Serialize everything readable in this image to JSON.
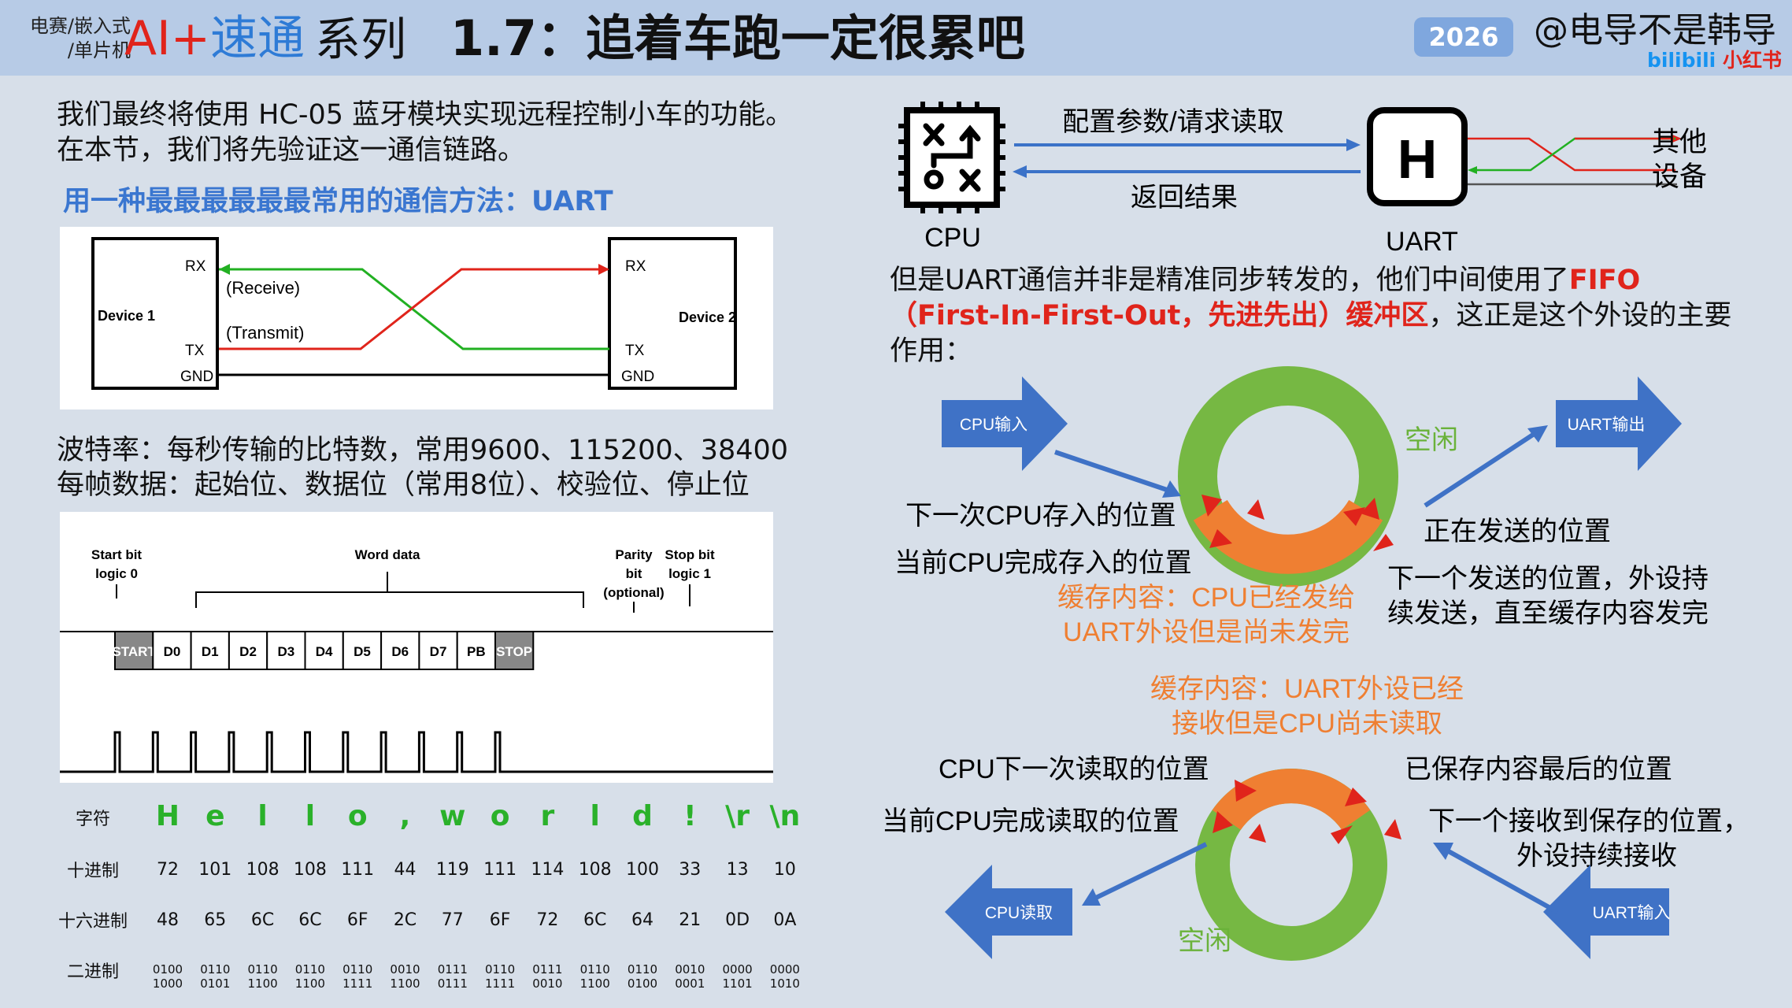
{
  "header": {
    "tag_line1": "电赛/嵌入式",
    "tag_line2": "/单片机",
    "brand_ai": "AI",
    "brand_plus": "+",
    "brand_rest": "速通",
    "series": "系列",
    "title": "1.7：追着车跑一定很累吧",
    "year": "2026",
    "author": "@电导不是韩导",
    "platform_a": "bilibili",
    "platform_b": "小红书"
  },
  "left": {
    "intro_line1": "我们最终将使用 HC-05 蓝牙模块实现远程控制小车的功能。",
    "intro_line2": "在本节，我们将先验证这一通信链路。",
    "uart_heading": "用一种最最最最最最常用的通信方法：UART",
    "wiring": {
      "device1": "Device 1",
      "device2": "Device 2",
      "rx": "RX",
      "tx": "TX",
      "gnd": "GND",
      "receive": "(Receive)",
      "transmit": "(Transmit)"
    },
    "baud_line1": "波特率：每秒传输的比特数，常用9600、115200、38400",
    "baud_line2": "每帧数据：起始位、数据位（常用8位）、校验位、停止位",
    "frame": {
      "start_bit_l1": "Start bit",
      "start_bit_l2": "logic 0",
      "word_data": "Word data",
      "parity_l1": "Parity",
      "parity_l2": "bit",
      "parity_l3": "(optional)",
      "stop_bit_l1": "Stop bit",
      "stop_bit_l2": "logic 1",
      "bits": [
        "START",
        "D0",
        "D1",
        "D2",
        "D3",
        "D4",
        "D5",
        "D6",
        "D7",
        "PB",
        "STOP"
      ]
    },
    "table": {
      "row_labels": [
        "字符",
        "十进制",
        "十六进制",
        "二进制"
      ],
      "chars": [
        "H",
        "e",
        "l",
        "l",
        "o",
        ",",
        "w",
        "o",
        "r",
        "l",
        "d",
        "!",
        "\\r",
        "\\n"
      ],
      "dec": [
        "72",
        "101",
        "108",
        "108",
        "111",
        "44",
        "119",
        "111",
        "114",
        "108",
        "100",
        "33",
        "13",
        "10"
      ],
      "hex": [
        "48",
        "65",
        "6C",
        "6C",
        "6F",
        "2C",
        "77",
        "6F",
        "72",
        "6C",
        "64",
        "21",
        "0D",
        "0A"
      ],
      "bin_hi": [
        "0100",
        "0110",
        "0110",
        "0110",
        "0110",
        "0010",
        "0111",
        "0110",
        "0111",
        "0110",
        "0110",
        "0010",
        "0000",
        "0000"
      ],
      "bin_lo": [
        "1000",
        "0101",
        "1100",
        "1100",
        "1111",
        "1100",
        "0111",
        "1111",
        "0010",
        "1100",
        "0100",
        "0001",
        "1101",
        "1010"
      ]
    }
  },
  "right": {
    "cpu_label": "CPU",
    "uart_label": "UART",
    "uart_chip_letter": "H",
    "config_request": "配置参数/请求读取",
    "return_result": "返回结果",
    "other_l1": "其他",
    "other_l2": "设备",
    "fifo_l1_a": "但是UART通信并非是精准同步转发的，他们中间使用了",
    "fifo_l1_b": "FIFO",
    "fifo_l2_a": "（First-In-First-Out，先进先出）缓冲区",
    "fifo_l2_b": "，这正是这个外设的主要",
    "fifo_l3": "作用：",
    "tx_ring": {
      "cpu_in": "CPU输入",
      "uart_out": "UART输出",
      "idle": "空闲",
      "next_cpu_store": "下一次CPU存入的位置",
      "current_cpu_done": "当前CPU完成存入的位置",
      "sending": "正在发送的位置",
      "next_send_l1": "下一个发送的位置，外设持",
      "next_send_l2": "续发送，直至缓存内容发完",
      "content_l1": "缓存内容：CPU已经发给",
      "content_l2": "UART外设但是尚未发完"
    },
    "rx_ring": {
      "content_l1": "缓存内容：UART外设已经",
      "content_l2": "接收但是CPU尚未读取",
      "cpu_next_read": "CPU下一次读取的位置",
      "current_cpu_read": "当前CPU完成读取的位置",
      "last_saved": "已保存内容最后的位置",
      "next_recv_l1": "下一个接收到保存的位置，",
      "next_recv_l2": "外设持续接收",
      "cpu_read": "CPU读取",
      "uart_in": "UART输入",
      "idle": "空闲"
    }
  },
  "colors": {
    "green": "#2ab12a",
    "red": "#e0241b",
    "blue": "#3b72c8",
    "ring_green": "#76b843",
    "ring_orange": "#ef7f32",
    "orange_text": "#ef7f32"
  }
}
